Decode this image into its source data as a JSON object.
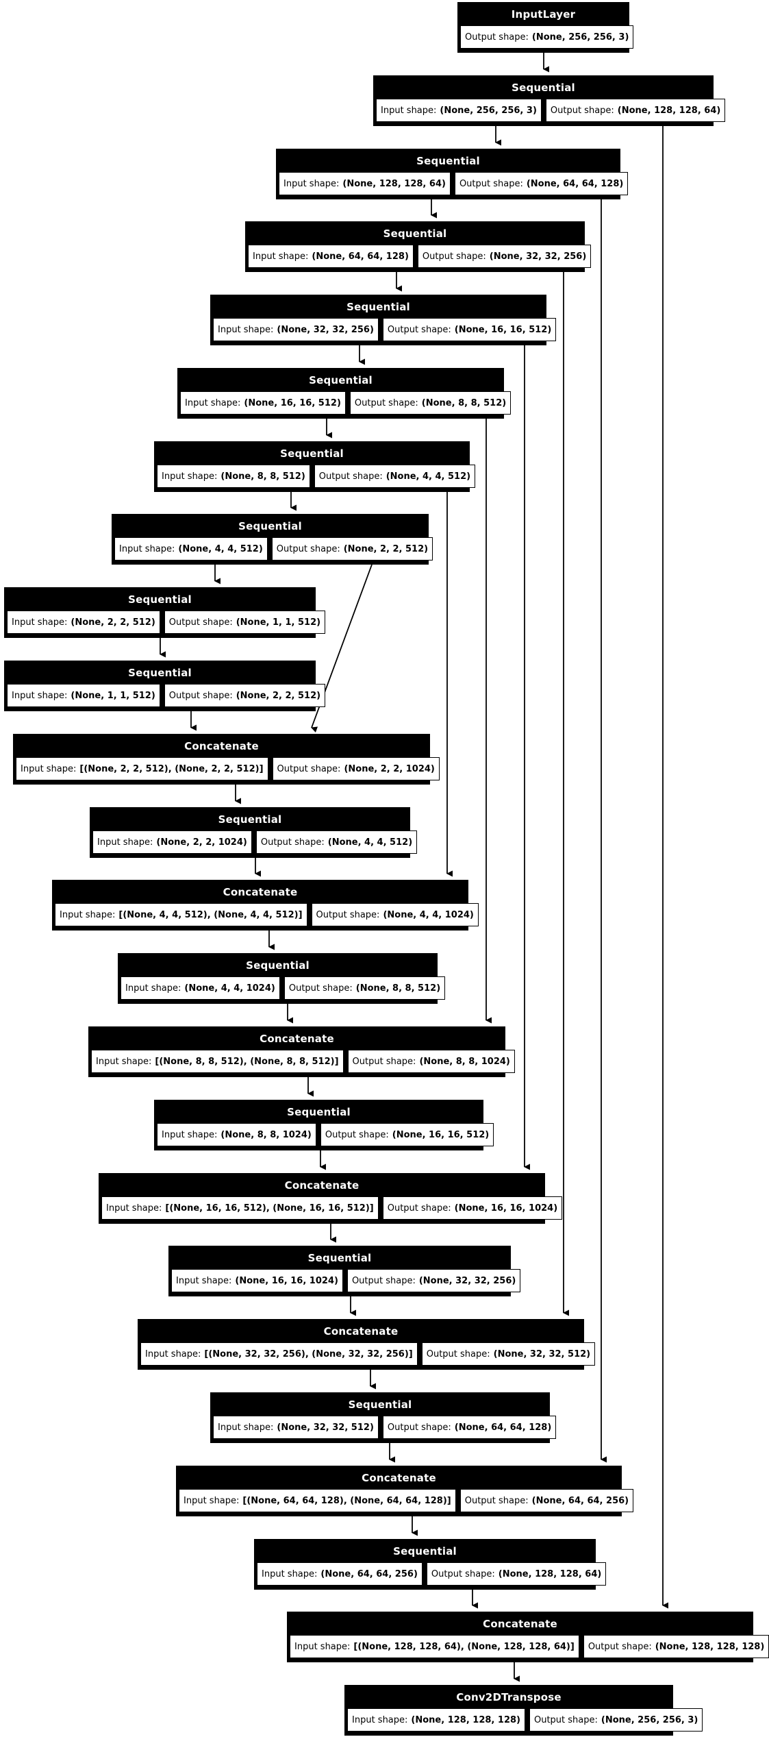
{
  "diagram": {
    "kind": "keras-model-plot",
    "colors": {
      "canvas_bg": "#ffffff",
      "node_fill": "#000000",
      "node_title_text": "#ffffff",
      "cell_fill": "#ffffff",
      "cell_text": "#000000",
      "edge": "#000000"
    },
    "nodes": [
      {
        "title": "InputLayer",
        "cells": [
          {
            "label": "Output shape:",
            "value": "(None, 256, 256, 3)"
          }
        ]
      },
      {
        "title": "Sequential",
        "cells": [
          {
            "label": "Input shape:",
            "value": "(None, 256, 256, 3)"
          },
          {
            "label": "Output shape:",
            "value": "(None, 128, 128, 64)"
          }
        ]
      },
      {
        "title": "Sequential",
        "cells": [
          {
            "label": "Input shape:",
            "value": "(None, 128, 128, 64)"
          },
          {
            "label": "Output shape:",
            "value": "(None, 64, 64, 128)"
          }
        ]
      },
      {
        "title": "Sequential",
        "cells": [
          {
            "label": "Input shape:",
            "value": "(None, 64, 64, 128)"
          },
          {
            "label": "Output shape:",
            "value": "(None, 32, 32, 256)"
          }
        ]
      },
      {
        "title": "Sequential",
        "cells": [
          {
            "label": "Input shape:",
            "value": "(None, 32, 32, 256)"
          },
          {
            "label": "Output shape:",
            "value": "(None, 16, 16, 512)"
          }
        ]
      },
      {
        "title": "Sequential",
        "cells": [
          {
            "label": "Input shape:",
            "value": "(None, 16, 16, 512)"
          },
          {
            "label": "Output shape:",
            "value": "(None, 8, 8, 512)"
          }
        ]
      },
      {
        "title": "Sequential",
        "cells": [
          {
            "label": "Input shape:",
            "value": "(None, 8, 8, 512)"
          },
          {
            "label": "Output shape:",
            "value": "(None, 4, 4, 512)"
          }
        ]
      },
      {
        "title": "Sequential",
        "cells": [
          {
            "label": "Input shape:",
            "value": "(None, 4, 4, 512)"
          },
          {
            "label": "Output shape:",
            "value": "(None, 2, 2, 512)"
          }
        ]
      },
      {
        "title": "Sequential",
        "cells": [
          {
            "label": "Input shape:",
            "value": "(None, 2, 2, 512)"
          },
          {
            "label": "Output shape:",
            "value": "(None, 1, 1, 512)"
          }
        ]
      },
      {
        "title": "Sequential",
        "cells": [
          {
            "label": "Input shape:",
            "value": "(None, 1, 1, 512)"
          },
          {
            "label": "Output shape:",
            "value": "(None, 2, 2, 512)"
          }
        ]
      },
      {
        "title": "Concatenate",
        "cells": [
          {
            "label": "Input shape:",
            "value": "[(None, 2, 2, 512), (None, 2, 2, 512)]"
          },
          {
            "label": "Output shape:",
            "value": "(None, 2, 2, 1024)"
          }
        ]
      },
      {
        "title": "Sequential",
        "cells": [
          {
            "label": "Input shape:",
            "value": "(None, 2, 2, 1024)"
          },
          {
            "label": "Output shape:",
            "value": "(None, 4, 4, 512)"
          }
        ]
      },
      {
        "title": "Concatenate",
        "cells": [
          {
            "label": "Input shape:",
            "value": "[(None, 4, 4, 512), (None, 4, 4, 512)]"
          },
          {
            "label": "Output shape:",
            "value": "(None, 4, 4, 1024)"
          }
        ]
      },
      {
        "title": "Sequential",
        "cells": [
          {
            "label": "Input shape:",
            "value": "(None, 4, 4, 1024)"
          },
          {
            "label": "Output shape:",
            "value": "(None, 8, 8, 512)"
          }
        ]
      },
      {
        "title": "Concatenate",
        "cells": [
          {
            "label": "Input shape:",
            "value": "[(None, 8, 8, 512), (None, 8, 8, 512)]"
          },
          {
            "label": "Output shape:",
            "value": "(None, 8, 8, 1024)"
          }
        ]
      },
      {
        "title": "Sequential",
        "cells": [
          {
            "label": "Input shape:",
            "value": "(None, 8, 8, 1024)"
          },
          {
            "label": "Output shape:",
            "value": "(None, 16, 16, 512)"
          }
        ]
      },
      {
        "title": "Concatenate",
        "cells": [
          {
            "label": "Input shape:",
            "value": "[(None, 16, 16, 512), (None, 16, 16, 512)]"
          },
          {
            "label": "Output shape:",
            "value": "(None, 16, 16, 1024)"
          }
        ]
      },
      {
        "title": "Sequential",
        "cells": [
          {
            "label": "Input shape:",
            "value": "(None, 16, 16, 1024)"
          },
          {
            "label": "Output shape:",
            "value": "(None, 32, 32, 256)"
          }
        ]
      },
      {
        "title": "Concatenate",
        "cells": [
          {
            "label": "Input shape:",
            "value": "[(None, 32, 32, 256), (None, 32, 32, 256)]"
          },
          {
            "label": "Output shape:",
            "value": "(None, 32, 32, 512)"
          }
        ]
      },
      {
        "title": "Sequential",
        "cells": [
          {
            "label": "Input shape:",
            "value": "(None, 32, 32, 512)"
          },
          {
            "label": "Output shape:",
            "value": "(None, 64, 64, 128)"
          }
        ]
      },
      {
        "title": "Concatenate",
        "cells": [
          {
            "label": "Input shape:",
            "value": "[(None, 64, 64, 128), (None, 64, 64, 128)]"
          },
          {
            "label": "Output shape:",
            "value": "(None, 64, 64, 256)"
          }
        ]
      },
      {
        "title": "Sequential",
        "cells": [
          {
            "label": "Input shape:",
            "value": "(None, 64, 64, 256)"
          },
          {
            "label": "Output shape:",
            "value": "(None, 128, 128, 64)"
          }
        ]
      },
      {
        "title": "Concatenate",
        "cells": [
          {
            "label": "Input shape:",
            "value": "[(None, 128, 128, 64), (None, 128, 128, 64)]"
          },
          {
            "label": "Output shape:",
            "value": "(None, 128, 128, 128)"
          }
        ]
      },
      {
        "title": "Conv2DTranspose",
        "cells": [
          {
            "label": "Input shape:",
            "value": "(None, 128, 128, 128)"
          },
          {
            "label": "Output shape:",
            "value": "(None, 256, 256, 3)"
          }
        ]
      }
    ],
    "edges": [
      {
        "from": 0,
        "to": 1,
        "kind": "main"
      },
      {
        "from": 1,
        "to": 2,
        "kind": "main"
      },
      {
        "from": 2,
        "to": 3,
        "kind": "main"
      },
      {
        "from": 3,
        "to": 4,
        "kind": "main"
      },
      {
        "from": 4,
        "to": 5,
        "kind": "main"
      },
      {
        "from": 5,
        "to": 6,
        "kind": "main"
      },
      {
        "from": 6,
        "to": 7,
        "kind": "main"
      },
      {
        "from": 7,
        "to": 8,
        "kind": "main"
      },
      {
        "from": 8,
        "to": 9,
        "kind": "main"
      },
      {
        "from": 9,
        "to": 10,
        "kind": "main"
      },
      {
        "from": 10,
        "to": 11,
        "kind": "main"
      },
      {
        "from": 11,
        "to": 12,
        "kind": "main"
      },
      {
        "from": 12,
        "to": 13,
        "kind": "main"
      },
      {
        "from": 13,
        "to": 14,
        "kind": "main"
      },
      {
        "from": 14,
        "to": 15,
        "kind": "main"
      },
      {
        "from": 15,
        "to": 16,
        "kind": "main"
      },
      {
        "from": 16,
        "to": 17,
        "kind": "main"
      },
      {
        "from": 17,
        "to": 18,
        "kind": "main"
      },
      {
        "from": 18,
        "to": 19,
        "kind": "main"
      },
      {
        "from": 19,
        "to": 20,
        "kind": "main"
      },
      {
        "from": 20,
        "to": 21,
        "kind": "main"
      },
      {
        "from": 21,
        "to": 22,
        "kind": "main"
      },
      {
        "from": 22,
        "to": 23,
        "kind": "main"
      },
      {
        "from": 1,
        "to": 22,
        "kind": "skip"
      },
      {
        "from": 2,
        "to": 20,
        "kind": "skip"
      },
      {
        "from": 3,
        "to": 18,
        "kind": "skip"
      },
      {
        "from": 4,
        "to": 16,
        "kind": "skip"
      },
      {
        "from": 5,
        "to": 14,
        "kind": "skip"
      },
      {
        "from": 6,
        "to": 12,
        "kind": "skip"
      },
      {
        "from": 7,
        "to": 10,
        "kind": "skip"
      }
    ]
  }
}
